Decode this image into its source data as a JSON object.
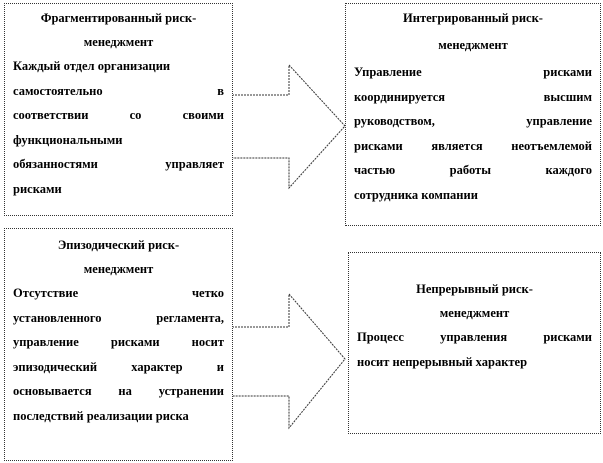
{
  "boxes": {
    "fragmented": {
      "title": [
        "Фрагментированный риск-",
        "менеджмент"
      ],
      "lines": [
        "Каждый отдел организации",
        "самостоятельно в",
        "соответствии со своими",
        "функциональными",
        "обязанностями управляет",
        "рисками"
      ]
    },
    "integrated": {
      "title": [
        "Интегрированный риск-",
        "менеджмент"
      ],
      "lines": [
        "Управление рисками",
        "координируется высшим",
        "руководством, управление",
        "рисками является неотъемлемой",
        "частью работы каждого",
        "сотрудника компании"
      ]
    },
    "episodic": {
      "title": [
        "Эпизодический риск-",
        "менеджмент"
      ],
      "lines": [
        "Отсутствие четко",
        "установленного регламента,",
        "управление рисками носит",
        "эпизодический характер и",
        "основывается на устранении",
        "последствий реализации риска"
      ]
    },
    "continuous": {
      "title": [
        "Непрерывный риск-",
        "менеджмент"
      ],
      "lines": [
        "Процесс управления рисками",
        "носит непрерывный характер"
      ]
    }
  }
}
